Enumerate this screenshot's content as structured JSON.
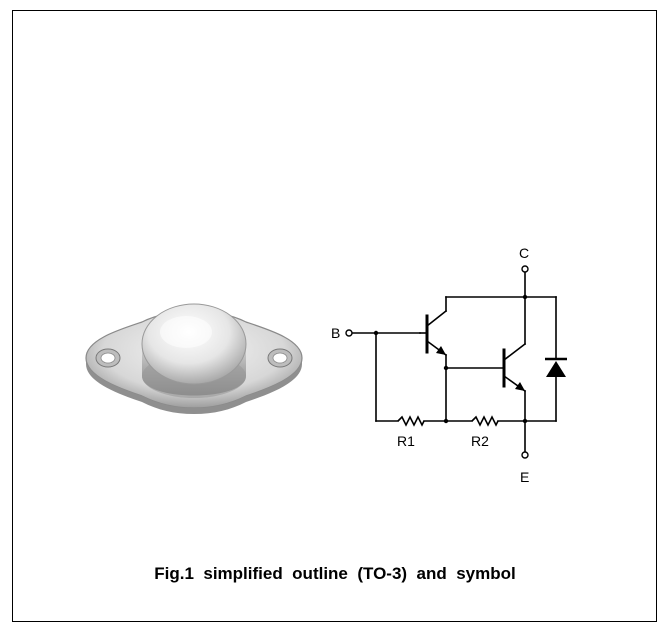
{
  "figure": {
    "caption": "Fig.1  simplified  outline  (TO-3)  and  symbol",
    "pin_labels": {
      "collector": "C",
      "base": "B",
      "emitter": "E",
      "resistor_1": "R1",
      "resistor_2": "R2"
    }
  }
}
